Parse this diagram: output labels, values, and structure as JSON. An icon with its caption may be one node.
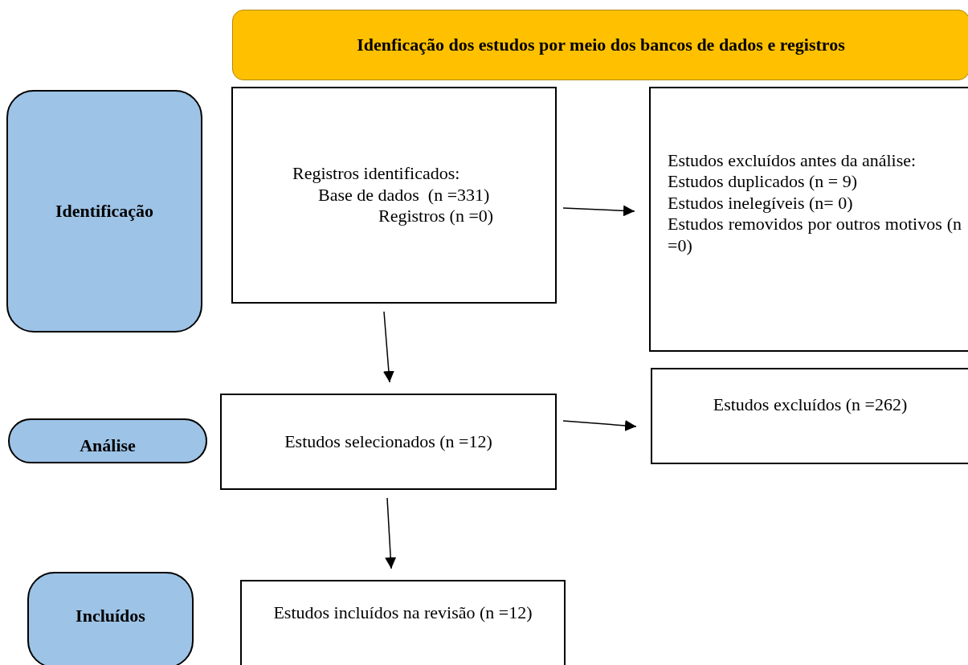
{
  "diagram": {
    "nodes": [
      {
        "text": [
          "Idenficação dos estudos por meio dos bancos de dados e registros"
        ]
      },
      {
        "text": [
          "Identificação"
        ]
      },
      {
        "text": [
          "Registros identificados:",
          "Base de dados  (n =331)",
          "Registros (n =0)"
        ]
      },
      {
        "text": [
          "Estudos excluídos antes da análise:",
          "Estudos duplicados  (n = 9)",
          "Estudos inelegíveis   (n= 0)",
          "Estudos removidos por outros motivos (n =0)"
        ]
      },
      {
        "text": [
          "Análise"
        ]
      },
      {
        "text": [
          "Estudos selecionados (n =12)"
        ]
      },
      {
        "text": [
          "Estudos excluídos (n =262)"
        ]
      },
      {
        "text": [
          "Incluídos"
        ]
      },
      {
        "text": [
          "Estudos incluídos na revisão (n =12)"
        ]
      }
    ],
    "edges": [
      {
        "from": 2,
        "to": 3,
        "arrow": "to"
      },
      {
        "from": 2,
        "to": 5,
        "arrow": "to"
      },
      {
        "from": 5,
        "to": 6,
        "arrow": "to"
      },
      {
        "from": 5,
        "to": 8,
        "arrow": "to"
      }
    ]
  }
}
